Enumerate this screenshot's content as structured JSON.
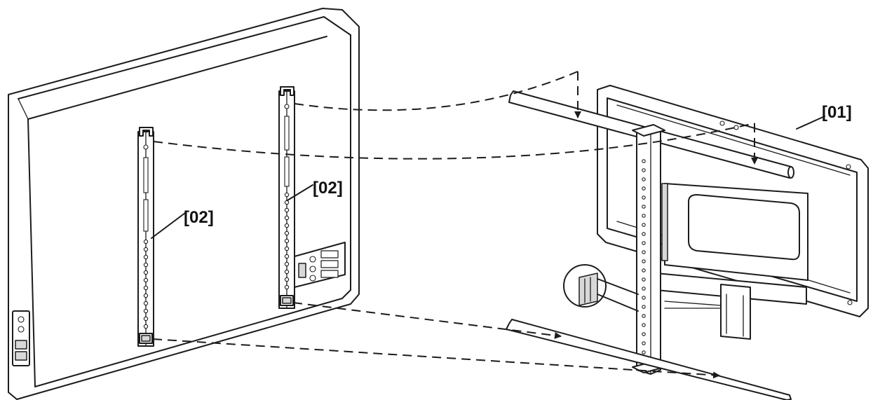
{
  "callouts": {
    "mount": "[01]",
    "bracket_left": "[02]",
    "bracket_right": "[02]"
  },
  "colors": {
    "line": "#1c1c1c",
    "shade": "#d8d8d8",
    "background": "#ffffff"
  }
}
